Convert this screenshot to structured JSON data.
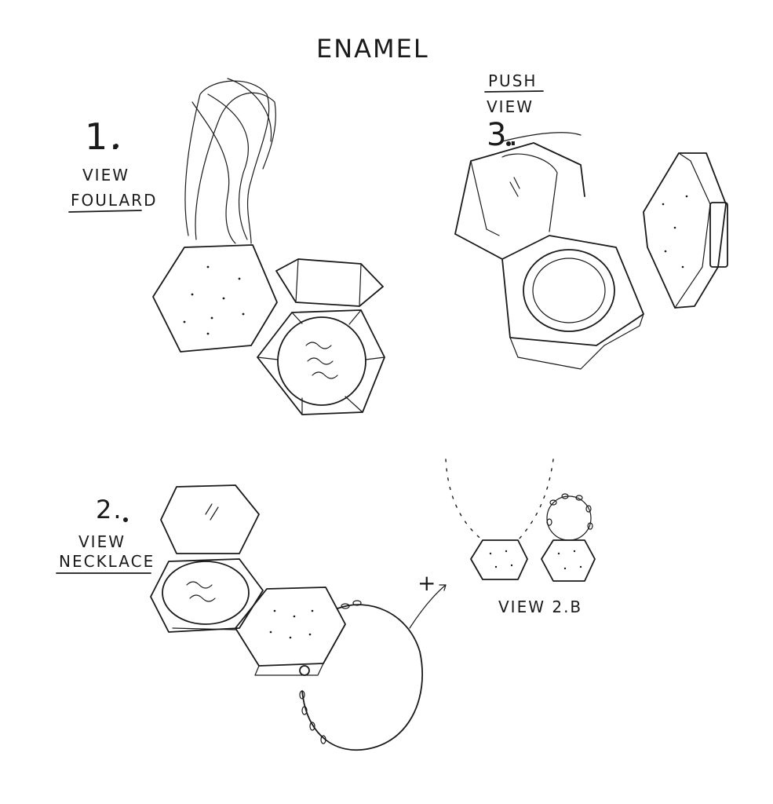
{
  "title": "ENAMEL",
  "views": [
    {
      "number": "1.",
      "label_top": "VIEW",
      "label_bottom": "FOULARD"
    },
    {
      "number": "2.",
      "label_top": "VIEW",
      "label_bottom": "NECKLACE"
    },
    {
      "number": "3.",
      "label_top": "PUSH",
      "label_bottom": "VIEW"
    }
  ],
  "extra_note": "VIEW 2.B",
  "plus_sign": "+"
}
